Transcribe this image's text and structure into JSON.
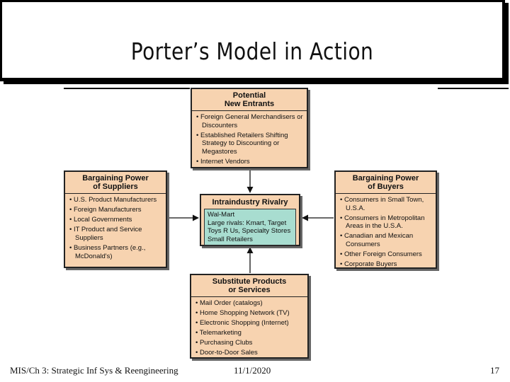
{
  "slide": {
    "title": "Porter’s Model in Action",
    "footer_left": "MIS/Ch 3: Strategic Inf Sys & Reengineering",
    "footer_center": "11/1/2020",
    "footer_right": "17"
  },
  "diagram": {
    "new_entrants": {
      "header_line1": "Potential",
      "header_line2": "New Entrants",
      "items": [
        "Foreign General Merchandisers or Discounters",
        "Established Retailers Shifting Strategy to Discounting or Megastores",
        "Internet Vendors"
      ]
    },
    "suppliers": {
      "header_line1": "Bargaining Power",
      "header_line2": "of Suppliers",
      "items": [
        "U.S. Product Manufacturers",
        "Foreign Manufacturers",
        "Local Governments",
        "IT Product and Service Suppliers",
        "Business Partners (e.g., McDonald's)"
      ]
    },
    "rivalry": {
      "header": "Intraindustry Rivalry",
      "lines": [
        "Wal-Mart",
        "Large rivals: Kmart, Target",
        "Toys R Us, Specialty Stores",
        "Small Retailers"
      ]
    },
    "buyers": {
      "header_line1": "Bargaining Power",
      "header_line2": "of Buyers",
      "items": [
        "Consumers in Small Town, U.S.A.",
        "Consumers in Metropolitan Areas in the U.S.A.",
        "Canadian and Mexican Consumers",
        "Other Foreign Consumers",
        "Corporate Buyers"
      ]
    },
    "substitutes": {
      "header_line1": "Substitute Products",
      "header_line2": "or Services",
      "items": [
        "Mail Order (catalogs)",
        "Home Shopping Network (TV)",
        "Electronic Shopping (Internet)",
        "Telemarketing",
        "Purchasing Clubs",
        "Door-to-Door Sales"
      ]
    }
  }
}
